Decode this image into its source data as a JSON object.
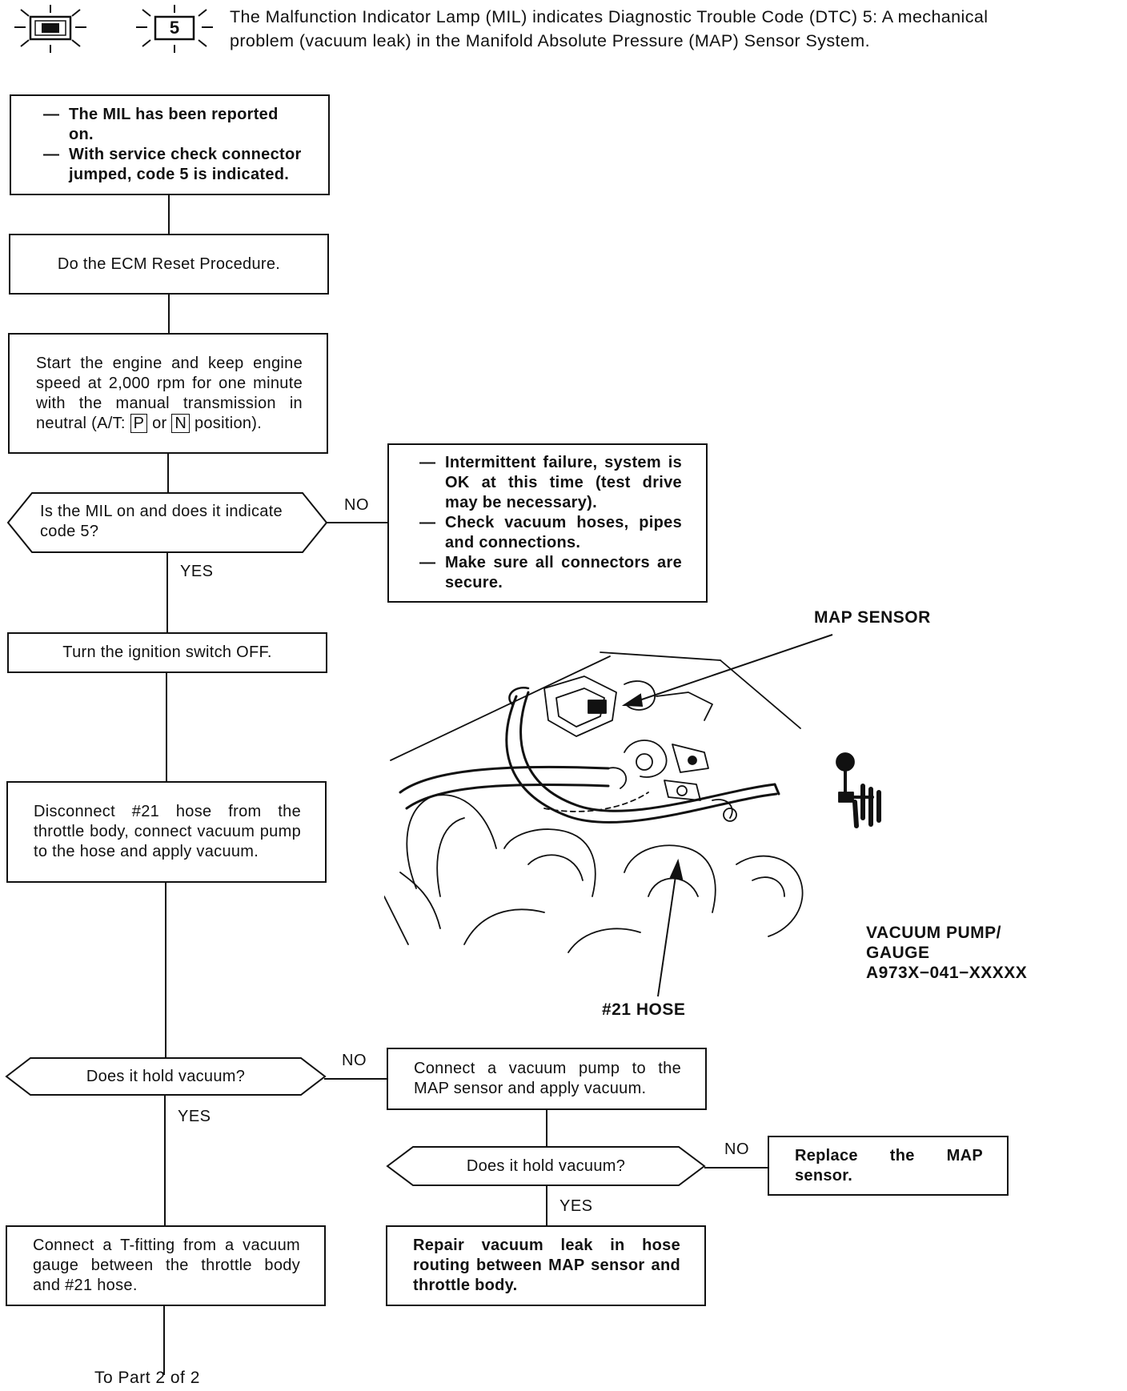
{
  "header": {
    "code_box": "5",
    "title_line1": "The Malfunction Indicator Lamp (MIL) indicates Diagnostic Trouble Code (DTC) 5: A mechanical",
    "title_line2": "problem (vacuum leak) in the Manifold Absolute Pressure (MAP) Sensor System."
  },
  "flow": {
    "start": {
      "line1": "The MIL has been reported on.",
      "line2": "With service check connector jumped, code 5 is indicated."
    },
    "ecm_reset": "Do the ECM Reset Procedure.",
    "run_engine": {
      "before_p": "Start the engine and keep engine speed at 2,000 rpm for one minute with the manual transmission in neutral (A/T:",
      "p": "P",
      "or": "or",
      "n": "N",
      "after_n": "position)."
    },
    "decision1": "Is the MIL on and does it indicate code 5?",
    "no1_box": {
      "item1": "Intermittent failure, system is OK at this time (test drive may be necessary).",
      "item2": "Check vacuum hoses, pipes and connections.",
      "item3": "Make sure all connectors are secure."
    },
    "ignition_off": "Turn the ignition switch OFF.",
    "disconnect": "Disconnect #21 hose from the throttle body, connect vacuum pump to the hose and apply vacuum.",
    "decision2": "Does it hold vacuum?",
    "connect_map": "Connect a vacuum pump to the MAP sensor and apply vacuum.",
    "decision3": "Does it hold vacuum?",
    "replace_map": "Replace the MAP sensor.",
    "repair_leak": "Repair vacuum leak in hose routing between MAP sensor and throttle body.",
    "t_fitting": "Connect a T-fitting from a vacuum gauge between the throttle body and #21 hose.",
    "continue": "To Part 2 of 2"
  },
  "labels": {
    "yes": "YES",
    "no": "NO"
  },
  "illustration": {
    "map_sensor": "MAP SENSOR",
    "pump_line1": "VACUUM PUMP/",
    "pump_line2": "GAUGE",
    "pump_line3": "A973X−041−XXXXX",
    "hose": "#21 HOSE"
  }
}
